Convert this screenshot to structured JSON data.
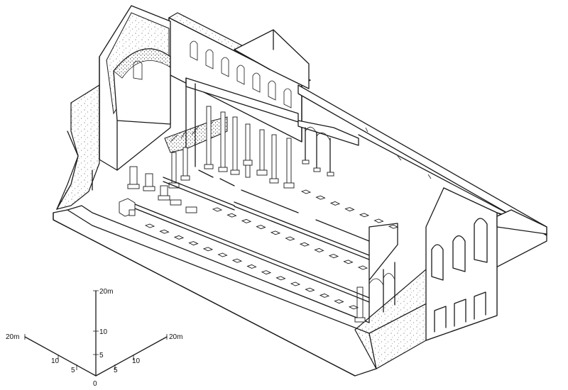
{
  "scale_bar": {
    "vertical_top": "20m",
    "vertical_mid": "10",
    "vertical_low": "5",
    "left_end": "20m",
    "left_mid": "10",
    "left_low": "5",
    "right_end": "20m",
    "right_mid": "10",
    "right_low": "5",
    "origin": "0"
  },
  "drawing": {
    "subject": "basilica-axonometric",
    "style": "line-drawing",
    "ink_color": "#1a1a1a",
    "paper_color": "#ffffff"
  }
}
